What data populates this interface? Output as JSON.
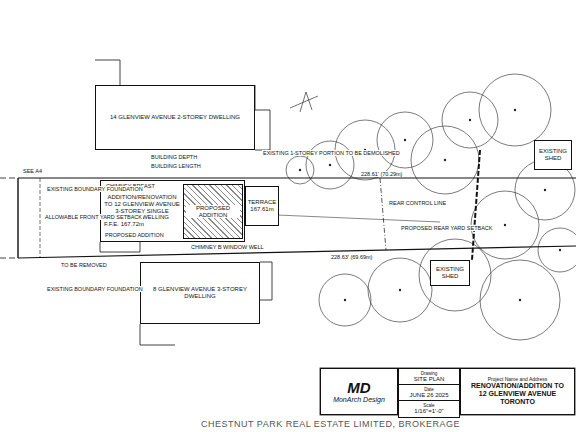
{
  "diagram": {
    "nodes": [
      {
        "text": [
          "14 GLENVIEW AVENUE 2-STOREY DWELLING"
        ]
      },
      {
        "text": [
          "ADDITION/RENOVATION TO 12 GLENVIEW AVENUE 3-STOREY SINGLE FAMILY DWELLING",
          "F.F.E. 167.72m"
        ]
      },
      {
        "text": [
          "PROPOSED ADDITION"
        ],
        "in": 1
      },
      {
        "text": [
          "TERRACE",
          "167.61m"
        ]
      },
      {
        "text": [
          "8 GLENVIEW AVENUE 3-STOREY DWELLING"
        ]
      },
      {
        "text": [
          "EXISTING SHED"
        ]
      },
      {
        "text": [
          "EXISTING SHED"
        ]
      },
      {
        "text": [
          "MD",
          "MonArch Design"
        ]
      },
      {
        "text": [
          "Drawing",
          "SITE PLAN"
        ]
      },
      {
        "text": [
          "Date",
          "JUNE 26 2025"
        ]
      },
      {
        "text": [
          "Scale",
          "1/16\"=1'-0\""
        ]
      },
      {
        "text": [
          "Project Name and Address",
          "RENOVATION/ADDITION TO",
          "12 GLENVIEW AVENUE",
          "TORONTO"
        ]
      }
    ],
    "labels": [
      "SEE A4",
      "BUILDING DEPTH",
      "BUILDING LENGTH",
      "EXISTING 1-STOREY PORTION TO BE DEMOLISHED",
      "228.61' (70.29m)",
      "228.63' (69.69m)",
      "ALLOWABLE FRONT YARD SETBACK",
      "PROPOSED REAR YARD SETBACK",
      "REAR CONTROL LINE",
      "CHIMNEY BREAST",
      "CHIMNEY BREAST",
      "WINDOW WELL",
      "PROPOSED ADDITION",
      "EXISTING BOUNDARY FOUNDATION",
      "EXISTING BOUNDARY FOUNDATION",
      "TO BE REMOVED",
      "CHESTNUT PARK REAL ESTATE LIMITED, BROKERAGE"
    ]
  }
}
